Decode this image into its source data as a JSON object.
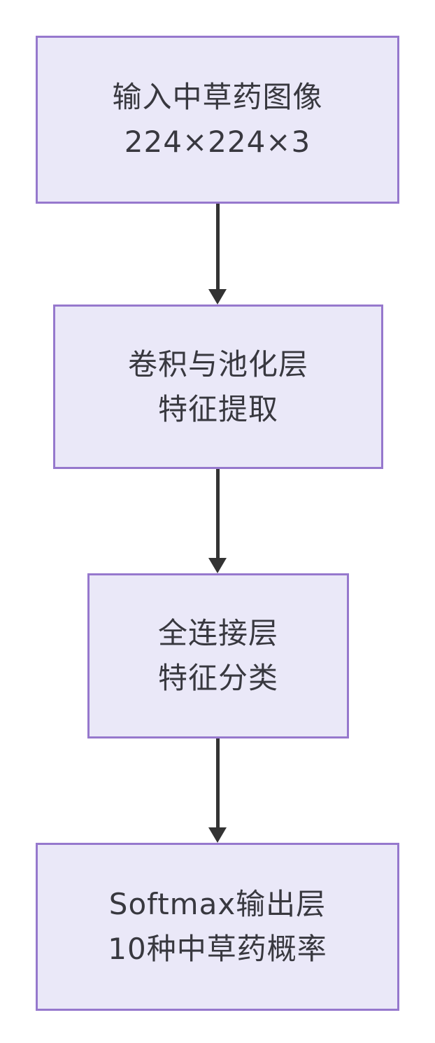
{
  "diagram": {
    "type": "flowchart",
    "direction": "top-down",
    "nodes": [
      {
        "id": "input",
        "line1": "输入中草药图像",
        "line2": "224×224×3"
      },
      {
        "id": "conv",
        "line1": "卷积与池化层",
        "line2": "特征提取"
      },
      {
        "id": "fc",
        "line1": "全连接层",
        "line2": "特征分类"
      },
      {
        "id": "softmax",
        "line1": "Softmax输出层",
        "line2": "10种中草药概率"
      }
    ],
    "edges": [
      {
        "from": "input",
        "to": "conv"
      },
      {
        "from": "conv",
        "to": "fc"
      },
      {
        "from": "fc",
        "to": "softmax"
      }
    ],
    "colors": {
      "node_fill": "#eae8f8",
      "node_border": "#9678cd",
      "text": "#38383f",
      "arrow": "#333333",
      "background": "#ffffff"
    }
  }
}
